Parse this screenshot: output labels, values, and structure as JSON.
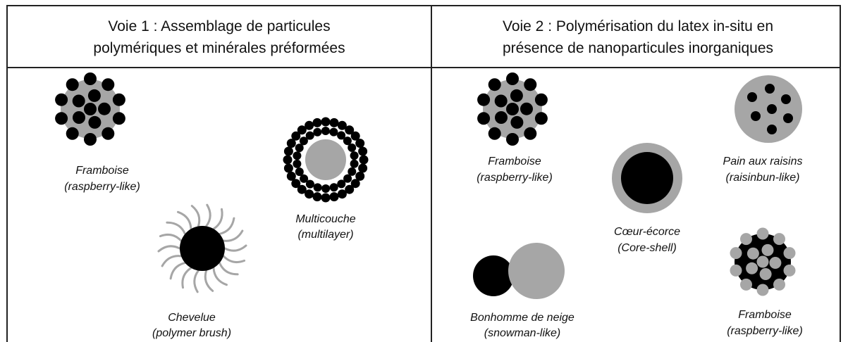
{
  "voie1": {
    "title_line1": "Voie 1 : Assemblage de particules",
    "title_line2": "polymériques et minérales préformées",
    "framboise": {
      "name": "Framboise",
      "sub": "(raspberry-like)"
    },
    "chevelue": {
      "name": "Chevelue",
      "sub": "(polymer brush)"
    },
    "multicouche": {
      "name": "Multicouche",
      "sub": "(multilayer)"
    }
  },
  "voie2": {
    "title_line1": "Voie 2 : Polymérisation du latex in-situ en",
    "title_line2": "présence de nanoparticules inorganiques",
    "framboise_top": {
      "name": "Framboise",
      "sub": "(raspberry-like)"
    },
    "coeur_ecorce": {
      "name": "Cœur-écorce",
      "sub": "(Core-shell)"
    },
    "pain_aux_raisins": {
      "name": "Pain aux raisins",
      "sub": "(raisinbun-like)"
    },
    "bonhomme_de_neige": {
      "name": "Bonhomme de neige",
      "sub": "(snowman-like)"
    },
    "framboise_bottom": {
      "name": "Framboise",
      "sub": "(raspberry-like)"
    }
  },
  "colors": {
    "polymer": "#a6a6a6",
    "mineral": "#000000",
    "line": "#222222",
    "background": "#ffffff"
  }
}
